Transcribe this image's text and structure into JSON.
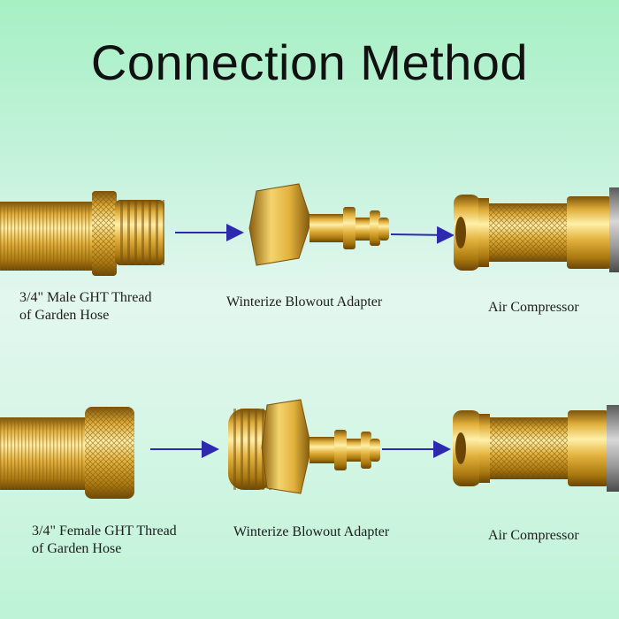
{
  "title": "Connection Method",
  "rows": [
    {
      "hose_caption": [
        "3/4\" Male GHT Thread",
        "of Garden Hose"
      ],
      "adapter_caption": "Winterize Blowout Adapter",
      "compressor_caption": "Air Compressor"
    },
    {
      "hose_caption": [
        "3/4\" Female GHT Thread",
        "of Garden Hose"
      ],
      "adapter_caption": "Winterize Blowout Adapter",
      "compressor_caption": "Air Compressor"
    }
  ],
  "colors": {
    "brass": "#d9a52c",
    "brass_light": "#f7da7a",
    "brass_dark": "#8a5e0c",
    "arrow": "#2d2ab0",
    "hose_steel": "#8d8d8d"
  },
  "icons": [
    "garden-hose-male-fitting",
    "garden-hose-female-fitting",
    "blowout-adapter",
    "quick-coupler",
    "arrow-right-icon"
  ]
}
